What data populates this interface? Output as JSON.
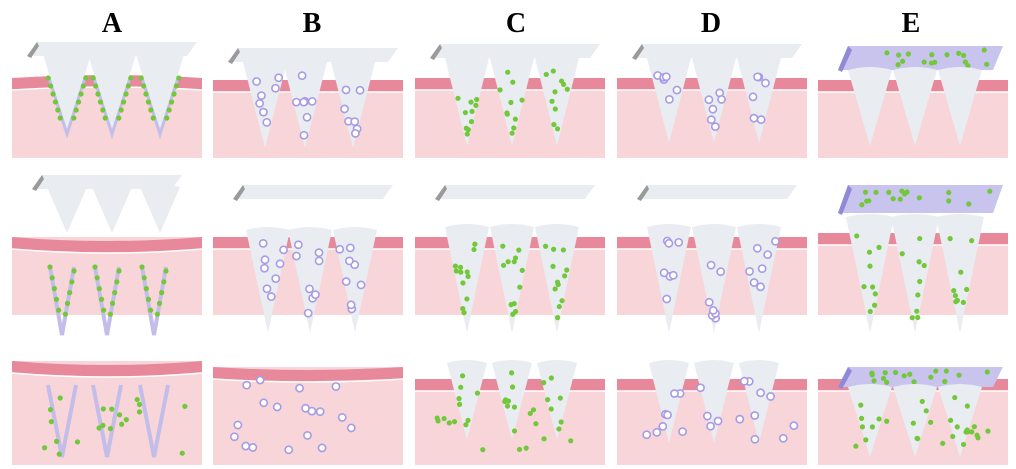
{
  "columns": [
    {
      "id": "A",
      "label": "A"
    },
    {
      "id": "B",
      "label": "B"
    },
    {
      "id": "C",
      "label": "C"
    },
    {
      "id": "D",
      "label": "D"
    },
    {
      "id": "E",
      "label": "E"
    }
  ],
  "colors": {
    "skin_top": "#e8899b",
    "skin_body": "#f7d5d8",
    "needle": "#e9ecf0",
    "patch": "#e9ecf0",
    "patch_edge": "#9a9a9a",
    "reservoir": "#c8c4ee",
    "drug_green": "#72c83a",
    "vesicle_purple": "#a69be6",
    "coating": "#c3bde9"
  },
  "legend": {}
}
